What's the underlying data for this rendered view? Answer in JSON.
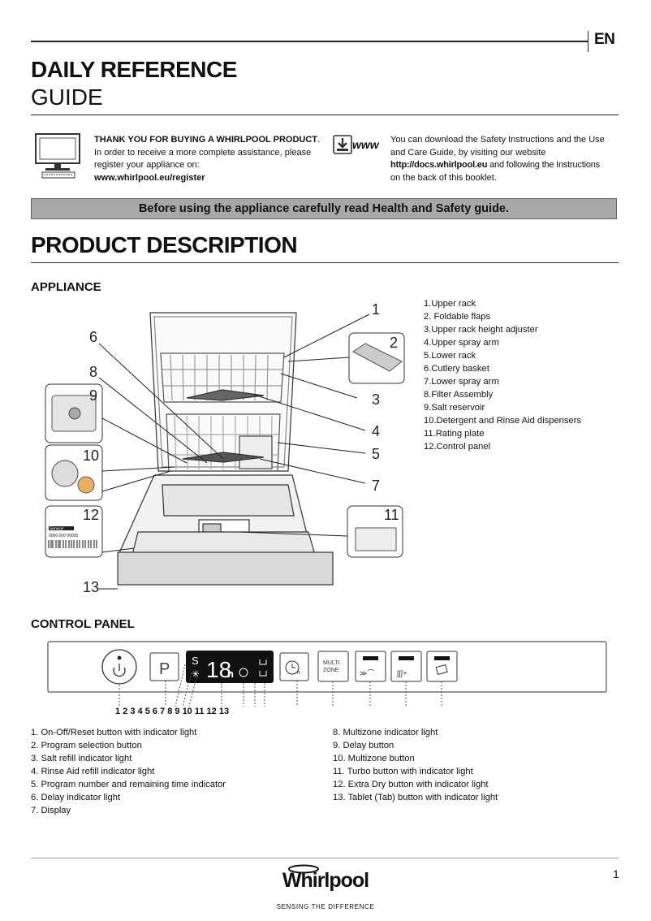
{
  "lang": "EN",
  "header": {
    "title_line1": "DAILY REFERENCE",
    "title_line2": "GUIDE"
  },
  "intro_left": {
    "bold_line": "THANK YOU FOR BUYING A WHIRLPOOL PRODUCT",
    "bold_suffix": ".",
    "line2": "In order to receive a more complete assistance, please",
    "line3": "register your appliance on:",
    "url": "www.whirlpool.eu/register"
  },
  "intro_right": {
    "icon_label": "www",
    "line1": "You can download the Safety Instructions and the Use",
    "line2": "and Care Guide, by visiting our website",
    "url": "http://docs.whirlpool.eu",
    "line3_rest": " and following the Instructions",
    "line4": "on the back of this booklet."
  },
  "banner": "Before using the appliance carefully read Health and Safety guide.",
  "section_title": "PRODUCT DESCRIPTION",
  "appliance": {
    "heading": "APPLIANCE",
    "parts": [
      "1.Upper rack",
      "2. Foldable flaps",
      "3.Upper rack height adjuster",
      "4.Upper spray arm",
      "5.Lower rack",
      "6.Cutlery basket",
      "7.Lower spray arm",
      "8.Filter Assembly",
      "9.Salt reservoir",
      "10.Detergent and Rinse Aid dispensers",
      "11.Rating plate",
      "12.Control panel"
    ],
    "callouts": [
      "1",
      "2",
      "3",
      "4",
      "5",
      "6",
      "7",
      "8",
      "9",
      "10",
      "11",
      "12",
      "13"
    ],
    "rating_plate_service": "Service:",
    "rating_plate_number": "0000 000 00000"
  },
  "control_panel": {
    "heading": "CONTROL PANEL",
    "program_button": "P",
    "display_digits": "18",
    "display_unit": "h",
    "display_s": "S",
    "multizone_line1": "MULTI",
    "multizone_line2": "ZONE",
    "numbers": "1 2 3 4 5 6 7 8 9 10 11 12 13",
    "legend_left": [
      "1. On-Off/Reset button with indicator light",
      "2. Program selection button",
      "3. Salt refill indicator light",
      "4. Rinse Aid refill indicator light",
      "5. Program number and remaining time indicator",
      "6. Delay indicator light",
      "7. Display"
    ],
    "legend_right": [
      "8. Multizone indicator light",
      "9. Delay button",
      "10. Multizone button",
      "11. Turbo button with indicator light",
      "12. Extra Dry button with indicator light",
      "13. Tablet (Tab) button with indicator light"
    ]
  },
  "footer": {
    "brand": "Whirlpool",
    "tagline": "SENSING THE DIFFERENCE",
    "page_number": "1"
  }
}
